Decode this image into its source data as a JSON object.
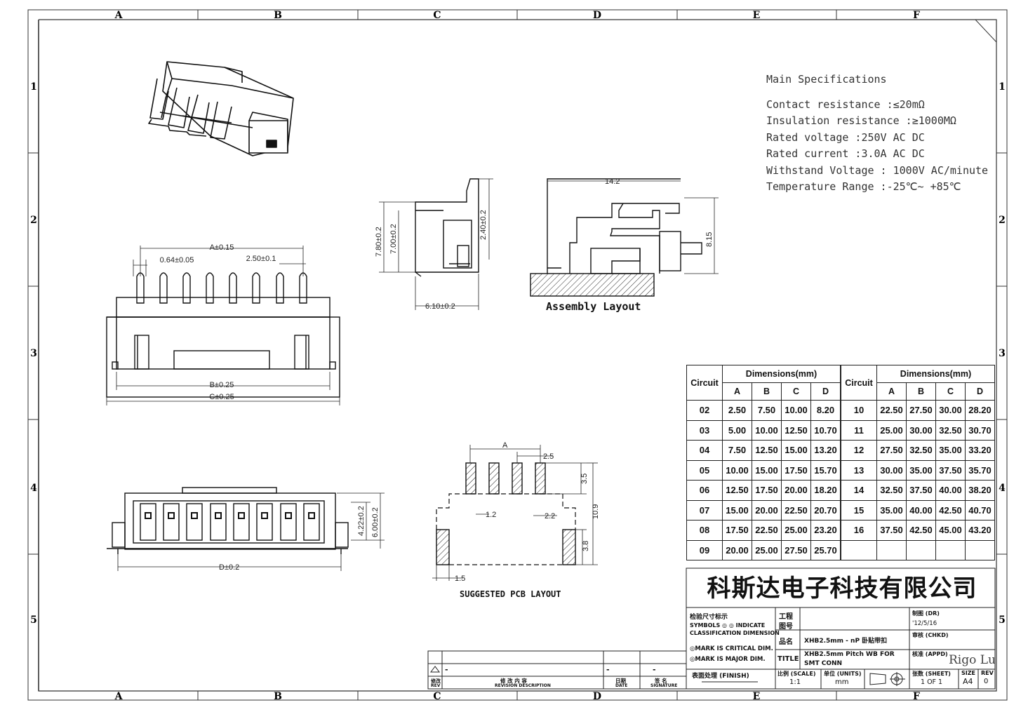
{
  "border": {
    "col_labels": [
      "A",
      "B",
      "C",
      "D",
      "E",
      "F"
    ],
    "row_labels": [
      "1",
      "2",
      "3",
      "4",
      "5"
    ]
  },
  "specs": {
    "heading": "Main Specifications",
    "lines": [
      "Contact resistance :≤20mΩ",
      "Insulation resistance :≥1000MΩ",
      "Rated voltage :250V AC DC",
      "Rated current :3.0A AC DC",
      "Withstand Voltage : 1000V AC/minute",
      "Temperature Range  :-25℃~ +85℃"
    ]
  },
  "dims": {
    "a": "A±0.15",
    "pin_width": "0.64±0.05",
    "pitch": "2.50±0.1",
    "b": "B±0.25",
    "c": "C±0.25",
    "d": "D±0.2",
    "h1": "4.22±0.2",
    "h2": "6.00±0.2",
    "side_780": "7.80±0.2",
    "side_700": "7.00±0.2",
    "side_240": "2.40±0.2",
    "side_610": "6.10±0.2",
    "asm_142": "14.2",
    "asm_815": "8.15",
    "pcb_a": "A",
    "pcb_25": "2.5",
    "pcb_35": "3.5",
    "pcb_12": "1.2",
    "pcb_22": "2.2",
    "pcb_109": "10.9",
    "pcb_38": "3.8",
    "pcb_15": "1.5"
  },
  "labels": {
    "assembly": "Assembly Layout",
    "pcb": "SUGGESTED PCB LAYOUT"
  },
  "table": {
    "circuit": "Circuit",
    "dimensions": "Dimensions(mm)",
    "cols": [
      "A",
      "B",
      "C",
      "D"
    ],
    "left": [
      [
        "02",
        "2.50",
        "7.50",
        "10.00",
        "8.20"
      ],
      [
        "03",
        "5.00",
        "10.00",
        "12.50",
        "10.70"
      ],
      [
        "04",
        "7.50",
        "12.50",
        "15.00",
        "13.20"
      ],
      [
        "05",
        "10.00",
        "15.00",
        "17.50",
        "15.70"
      ],
      [
        "06",
        "12.50",
        "17.50",
        "20.00",
        "18.20"
      ],
      [
        "07",
        "15.00",
        "20.00",
        "22.50",
        "20.70"
      ],
      [
        "08",
        "17.50",
        "22.50",
        "25.00",
        "23.20"
      ],
      [
        "09",
        "20.00",
        "25.00",
        "27.50",
        "25.70"
      ]
    ],
    "right": [
      [
        "10",
        "22.50",
        "27.50",
        "30.00",
        "28.20"
      ],
      [
        "11",
        "25.00",
        "30.00",
        "32.50",
        "30.70"
      ],
      [
        "12",
        "27.50",
        "32.50",
        "35.00",
        "33.20"
      ],
      [
        "13",
        "30.00",
        "35.00",
        "37.50",
        "35.70"
      ],
      [
        "14",
        "32.50",
        "37.50",
        "40.00",
        "38.20"
      ],
      [
        "15",
        "35.00",
        "40.00",
        "42.50",
        "40.70"
      ],
      [
        "16",
        "37.50",
        "42.50",
        "45.00",
        "43.20"
      ],
      [
        "",
        "",
        "",
        "",
        ""
      ]
    ]
  },
  "title_block": {
    "company": "科斯达电子科技有限公司",
    "inspect": "检验尺寸标示",
    "symbols": "SYMBOLS ◎ ◎ INDICATE",
    "classification": "CLASSIFICATION DIMENSION",
    "critical": "◎MARK IS CRITICAL DIM.",
    "major": "◎MARK IS MAJOR DIM.",
    "finish": "表面处理 (FINISH)",
    "drawing_no": "工程",
    "drawing_no2": "图号",
    "name_label": "品名",
    "name_value": "XHB2.5mm - nP 卧贴带扣",
    "title_label": "TITLE",
    "title_value": "XHB2.5mm Pitch WB  FOR",
    "title_value2": "SMT CONN",
    "scale_label": "比例 (SCALE)",
    "scale_value": "1:1",
    "units_label": "单位 (UNITS)",
    "units_value": "mm",
    "dr_label": "制图 (DR)",
    "dr_date": "'12/5/16",
    "chkd_label": "审核 (CHKD)",
    "appd_label": "核准 (APPD)",
    "signature": "Rigo Lu",
    "sheet_label": "张数 (SHEET)",
    "sheet_value": "1 OF 1",
    "size_label": "SIZE",
    "size_value": "A4",
    "rev_label": "REV",
    "rev_value": "0",
    "revision_label": "修 改 内 容",
    "revision_label2": "REVISION DESCRIPTION",
    "date_label": "日期",
    "date_label2": "DATE",
    "sign_label": "签 名",
    "sign_label2": "SIGNATURE",
    "rev_col": "修改",
    "rev_col2": "REV",
    "dash": "-"
  }
}
